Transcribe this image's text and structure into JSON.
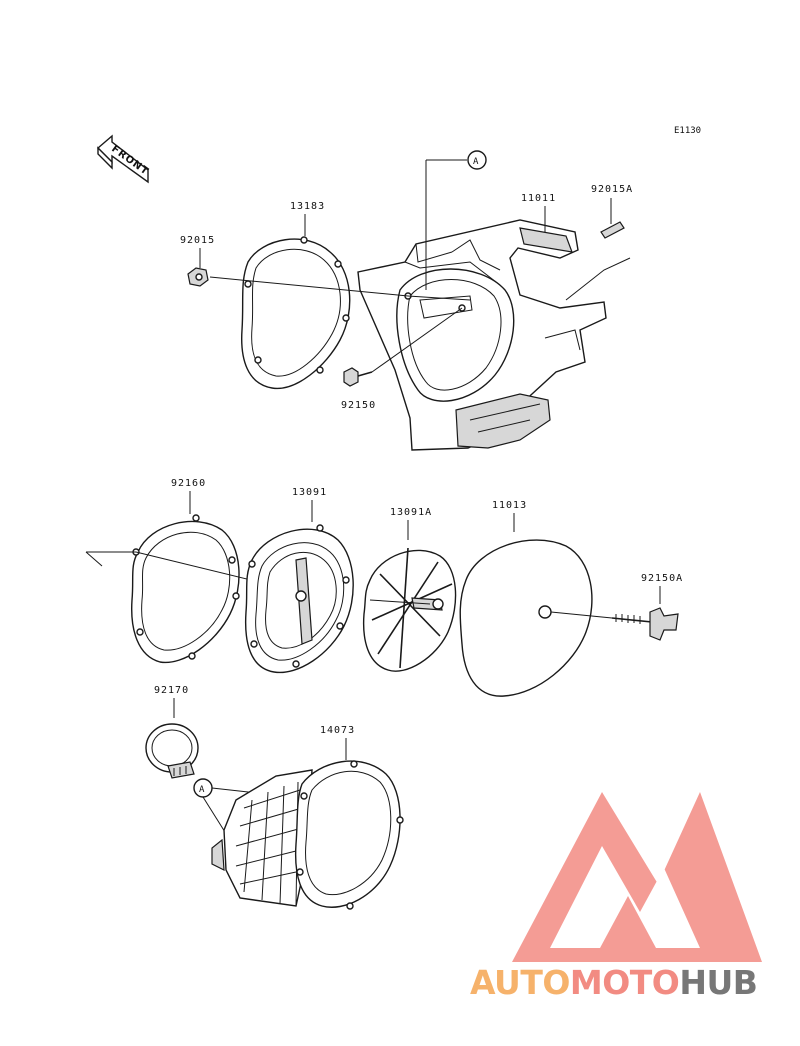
{
  "diagram": {
    "code": "E1130",
    "front_label": "FRONT",
    "ref_marker": "A",
    "parts": {
      "p11011": "11011",
      "p92015A": "92015A",
      "p13183": "13183",
      "p92015": "92015",
      "p92150": "92150",
      "p92160": "92160",
      "p13091": "13091",
      "p13091A": "13091A",
      "p11013": "11013",
      "p92150A": "92150A",
      "p92170": "92170",
      "p14073": "14073"
    }
  },
  "watermark": {
    "part1": "AUTO",
    "part2": "MOTO",
    "part3": "HUB",
    "colors": {
      "part1": "#f6b26b",
      "part2": "#f28b82",
      "part3": "#777777",
      "logo": "#f28b82"
    }
  }
}
